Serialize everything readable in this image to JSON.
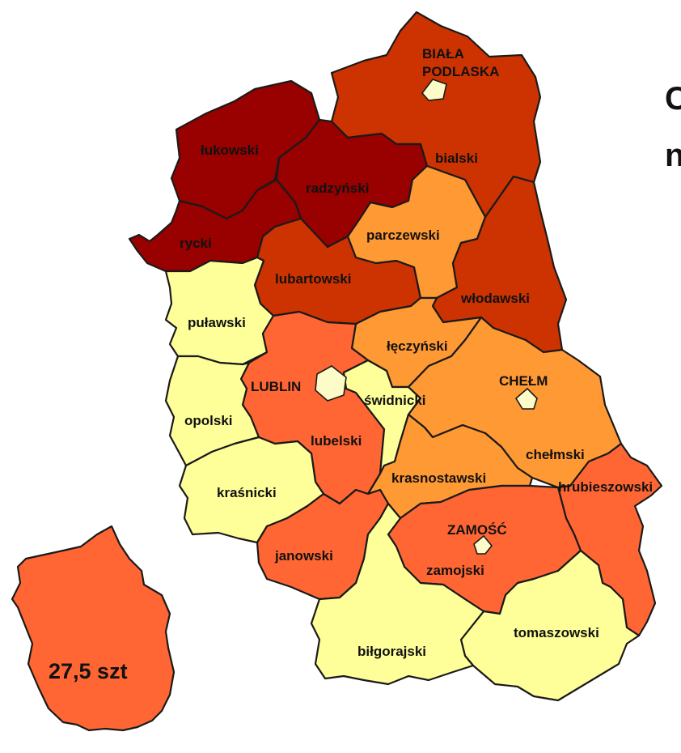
{
  "colors": {
    "darkest": "#990000",
    "dark": "#cc3300",
    "medium": "#ff6633",
    "light": "#ff9933",
    "lightest": "#ffff99"
  },
  "districts": {
    "bialski": "bialski",
    "lukowski": "łukowski",
    "radzynski": "radzyński",
    "rycki": "rycki",
    "parczewski": "parczewski",
    "lubartowski": "lubartowski",
    "wlodawski": "włodawski",
    "pulawski": "puławski",
    "leczynski": "łęczyński",
    "swidnicki": "świdnicki",
    "opolski": "opolski",
    "lubelski": "lubelski",
    "chelmski": "chełmski",
    "krasnostawski": "krasnostawski",
    "krasnicki": "kraśnicki",
    "hrubieszowski": "hrubieszowski",
    "janowski": "janowski",
    "zamojski": "zamojski",
    "tomaszowski": "tomaszowski",
    "bilgorajski": "biłgorajski"
  },
  "cities": {
    "biala_1": "BIAŁA",
    "biala_2": "PODLASKA",
    "lublin": "LUBLIN",
    "chelm": "CHEŁM",
    "zamosc": "ZAMOŚĆ"
  },
  "inset": {
    "label": "27,5 szt"
  },
  "side_text": {
    "line1": "C",
    "line2": "n"
  }
}
